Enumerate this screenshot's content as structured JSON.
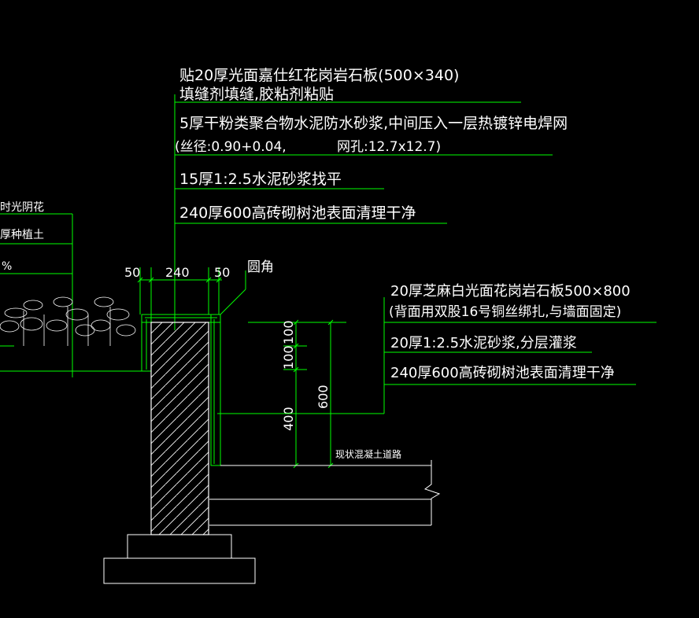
{
  "colors": {
    "background": "#000000",
    "leader": "#00ff00",
    "outline": "#ffffff",
    "text": "#ffffff"
  },
  "labels": {
    "top": {
      "line1": "贴20厚光面嘉仕红花岗岩石板(500×340)",
      "line2": "填缝剂填缝,胶粘剂粘贴",
      "line3": "5厚干粉类聚合物水泥防水砂浆,中间压入一层热镀锌电焊网",
      "line4a": "(丝径:0.90+0.04,",
      "line4b": "网孔:12.7x12.7)",
      "line5": "15厚1:2.5水泥砂浆找平",
      "line6": "240厚600高砖砌树池表面清理干净"
    },
    "right": {
      "line1": "20厚芝麻白光面花岗岩石板500×800",
      "line2": "(背面用双股16号铜丝绑扎,与墙面固定)",
      "line3": "20厚1:2.5水泥砂浆,分层灌浆",
      "line4": "240厚600高砖砌树池表面清理干净"
    },
    "left": {
      "line1": "时光阴花",
      "line2": "厚种植土",
      "line3": "%"
    },
    "rounded_corner": "圆角",
    "road": "现状混凝土道路"
  },
  "dimensions": {
    "top_left": "50",
    "top_mid": "240",
    "top_right": "50",
    "v100a": "100",
    "v100b": "100",
    "v400": "400",
    "v600": "600"
  },
  "icons": {
    "plants": "shrub-hatch-icon",
    "brick": "brick-hatch-icon"
  }
}
